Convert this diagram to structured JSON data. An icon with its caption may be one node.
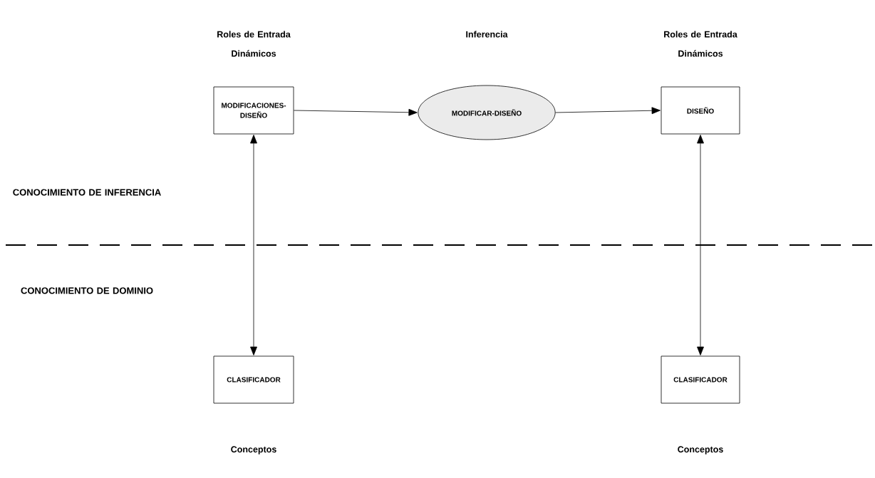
{
  "diagram": {
    "nodes": [
      {
        "text": [
          "Roles de Entrada Dinámicos",
          "MODIFICACIONES-DISEÑO"
        ]
      },
      {
        "text": [
          "MODIFICAR-DISEÑO"
        ]
      },
      {
        "text": [
          "Roles de Entrada Dinámicos",
          "DISEÑO"
        ]
      },
      {
        "text": [
          "CLASIFICADOR",
          "Conceptos"
        ]
      },
      {
        "text": [
          "CLASIFICADOR",
          "Conceptos"
        ]
      }
    ],
    "edges": [
      {
        "from": 0,
        "to": 1,
        "arrow": "to"
      },
      {
        "from": 1,
        "to": 2,
        "arrow": "to"
      },
      {
        "from": 0,
        "to": 3,
        "arrow": "both"
      },
      {
        "from": 2,
        "to": 4,
        "arrow": "both"
      }
    ],
    "labels": [
      "Inferencia",
      "CONOCIMIENTO DE INFERENCIA",
      "CONOCIMIENTO DE DOMINIO"
    ]
  }
}
